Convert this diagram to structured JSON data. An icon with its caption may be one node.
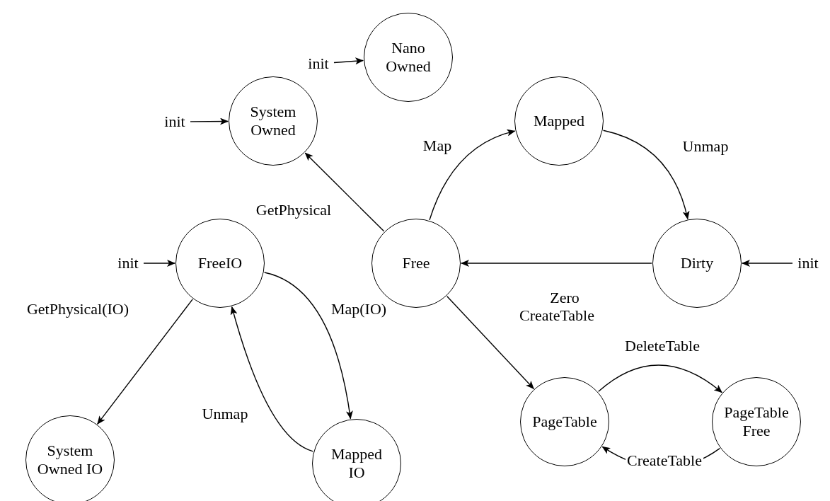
{
  "diagram": {
    "nodes": [
      {
        "text": [
          "Nano Owned"
        ]
      },
      {
        "text": [
          "System Owned"
        ]
      },
      {
        "text": [
          "Mapped"
        ]
      },
      {
        "text": [
          "Free"
        ]
      },
      {
        "text": [
          "Dirty"
        ]
      },
      {
        "text": [
          "FreeIO"
        ]
      },
      {
        "text": [
          "System Owned IO"
        ]
      },
      {
        "text": [
          "PageTable"
        ]
      },
      {
        "text": [
          "PageTable Free"
        ]
      },
      {
        "text": [
          "Mapped IO"
        ]
      },
      {
        "text": [
          "init"
        ]
      },
      {
        "text": [
          "init"
        ]
      },
      {
        "text": [
          "init"
        ]
      },
      {
        "text": [
          "init"
        ]
      }
    ],
    "edges": [
      {
        "from": 10,
        "to": 0,
        "arrow": "to"
      },
      {
        "from": 11,
        "to": 1,
        "arrow": "to"
      },
      {
        "from": 12,
        "to": 4,
        "arrow": "to"
      },
      {
        "from": 13,
        "to": 5,
        "arrow": "to"
      },
      {
        "from": 3,
        "to": 1,
        "arrow": "to",
        "label": "GetPhysical"
      },
      {
        "from": 3,
        "to": 2,
        "arrow": "to",
        "label": "Map"
      },
      {
        "from": 2,
        "to": 4,
        "arrow": "to",
        "label": "Unmap"
      },
      {
        "from": 4,
        "to": 3,
        "arrow": "to",
        "label": "Zero"
      },
      {
        "from": 3,
        "to": 7,
        "arrow": "to",
        "label": "CreateTable"
      },
      {
        "from": 7,
        "to": 8,
        "arrow": "to",
        "label": "DeleteTable"
      },
      {
        "from": 8,
        "to": 7,
        "arrow": "to",
        "label": "CreateTable"
      },
      {
        "from": 5,
        "to": 6,
        "arrow": "to",
        "label": "GetPhysical(IO)"
      },
      {
        "from": 5,
        "to": 9,
        "arrow": "to",
        "label": "Map(IO)"
      },
      {
        "from": 9,
        "to": 5,
        "arrow": "to",
        "label": "Unmap"
      }
    ]
  }
}
